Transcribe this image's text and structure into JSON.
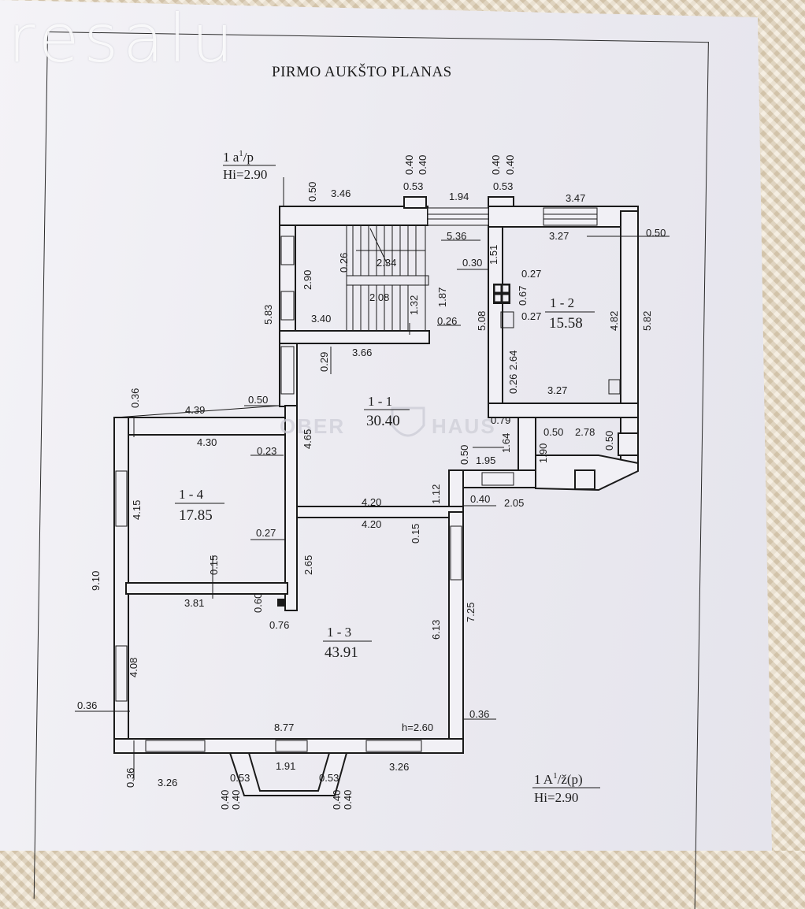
{
  "watermark": "resalu",
  "plan_title": "PIRMO AUKŠTO PLANAS",
  "logo": {
    "left": "OBER",
    "right": "HAUS"
  },
  "header_label": {
    "code": "1 a",
    "sup": "1",
    "tail": "/p",
    "height": "Hi=2.90"
  },
  "footer_label": {
    "code": "1 A",
    "sup": "1",
    "tail": "/ž(p)",
    "height": "Hi=2.90"
  },
  "rooms": [
    {
      "code": "1 - 1",
      "area": "30.40"
    },
    {
      "code": "1 - 2",
      "area": "15.58"
    },
    {
      "code": "1 - 3",
      "area": "43.91"
    },
    {
      "code": "1 - 4",
      "area": "17.85"
    }
  ],
  "ceiling_note": "h=2.60",
  "dimensions": {
    "top_0_40_a": "0.40",
    "top_0_40_b": "0.40",
    "top_0_53_a": "0.53",
    "top_0_40_c": "0.40",
    "top_0_40_d": "0.40",
    "top_0_53_b": "0.53",
    "d_0_50_top": "0.50",
    "d_3_46": "3.46",
    "d_1_94": "1.94",
    "d_3_47": "3.47",
    "d_5_36": "5.36",
    "d_3_27_top": "3.27",
    "d_0_50_right": "0.50",
    "d_0_26_stair": "0.26",
    "d_2_34": "2.34",
    "d_0_30": "0.30",
    "d_1_51": "1.51",
    "d_0_27_a": "0.27",
    "d_2_90": "2.90",
    "d_2_08": "2.08",
    "d_1_32": "1.32",
    "d_1_87": "1.87",
    "d_0_67": "0.67",
    "d_5_83": "5.83",
    "d_3_40": "3.40",
    "d_0_26_b": "0.26",
    "d_5_08": "5.08",
    "d_0_27_b": "0.27",
    "d_4_82": "4.82",
    "d_5_82": "5.82",
    "d_3_66": "3.66",
    "d_0_29": "0.29",
    "d_2_64": "2.64",
    "d_0_36_a": "0.36",
    "d_0_26_c": "0.26",
    "d_3_27_bot": "3.27",
    "d_4_39": "4.39",
    "d_0_50_mid": "0.50",
    "d_0_79": "0.79",
    "d_4_30": "4.30",
    "d_4_65": "4.65",
    "d_0_50_b": "0.50",
    "d_2_78": "2.78",
    "d_0_50_c": "0.50",
    "d_0_23": "0.23",
    "d_1_64": "1.64",
    "d_1_90": "1.90",
    "d_0_50_d": "0.50",
    "d_1_95": "1.95",
    "d_4_15": "4.15",
    "d_1_12": "1.12",
    "d_0_40_e": "0.40",
    "d_2_05": "2.05",
    "d_4_20_a": "4.20",
    "d_4_20_b": "4.20",
    "d_0_15_a": "0.15",
    "d_0_27_c": "0.27",
    "d_9_10": "9.10",
    "d_0_15_b": "0.15",
    "d_2_65": "2.65",
    "d_3_81": "3.81",
    "d_0_60": "0.60",
    "d_0_76": "0.76",
    "d_6_13": "6.13",
    "d_7_25": "7.25",
    "d_4_08": "4.08",
    "d_0_36_b": "0.36",
    "d_0_36_c": "0.36",
    "d_8_77": "8.77",
    "d_0_36_d": "0.36",
    "d_1_91": "1.91",
    "d_3_26_a": "3.26",
    "d_3_26_b": "3.26",
    "d_0_53_c": "0.53",
    "d_0_53_d": "0.53",
    "d_0_40_f": "0.40",
    "d_0_40_g": "0.40",
    "d_0_40_h": "0.40",
    "d_0_40_i": "0.40"
  }
}
